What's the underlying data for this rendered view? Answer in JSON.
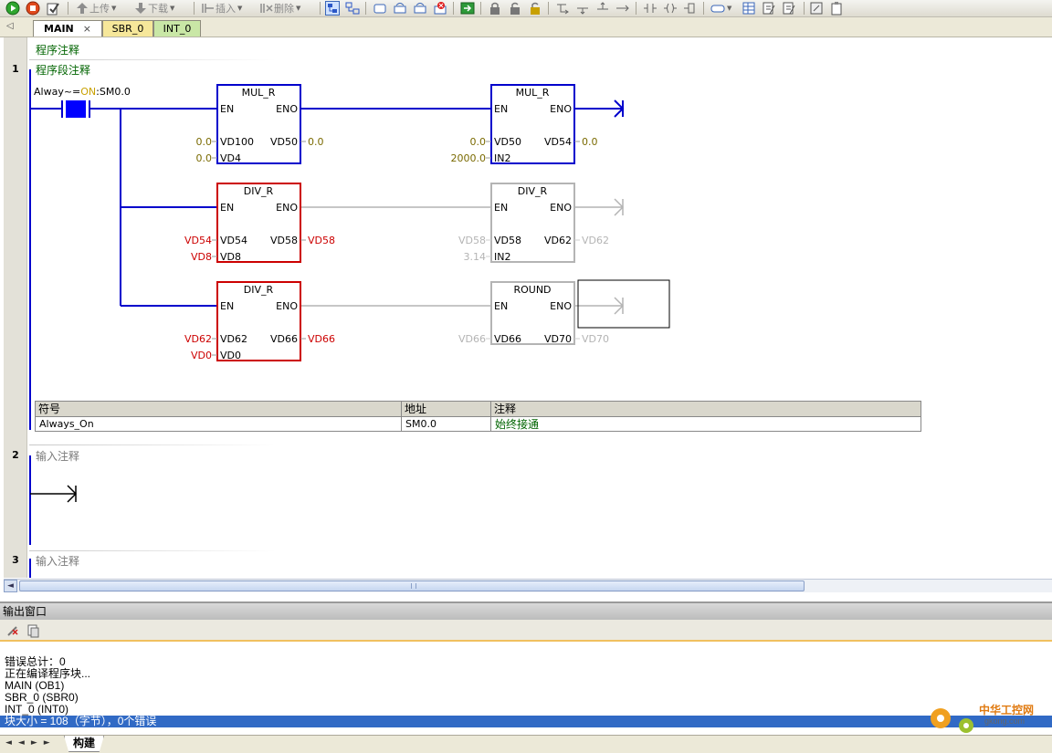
{
  "toolbar": {
    "upload_label": "上传",
    "download_label": "下载",
    "insert_label": "插入",
    "delete_label": "删除"
  },
  "tabs": [
    {
      "label": "MAIN",
      "active": true
    },
    {
      "label": "SBR_0",
      "active": false
    },
    {
      "label": "INT_0",
      "active": false
    }
  ],
  "tab_close_glyph": "×",
  "program_comment": "程序注释",
  "networks": [
    {
      "number": "1",
      "comment": "程序段注释"
    },
    {
      "number": "2",
      "comment": "输入注释"
    },
    {
      "number": "3",
      "comment": "输入注释"
    }
  ],
  "contact": {
    "label_prefix": "Alway~=",
    "label_state": "ON",
    "label_suffix": ":SM0.0"
  },
  "blocks": [
    {
      "name": "MUL_R",
      "en": "EN",
      "eno": "ENO",
      "in1": "VD100",
      "in2": "VD4",
      "out": "VD50",
      "in1_val": "0.0",
      "in2_val": "0.0",
      "out_val": "0.0"
    },
    {
      "name": "MUL_R",
      "en": "EN",
      "eno": "ENO",
      "in1": "VD50",
      "in2": "IN2",
      "out": "VD54",
      "in1_val": "0.0",
      "in2_val": "2000.0",
      "out_val": "0.0"
    },
    {
      "name": "DIV_R",
      "en": "EN",
      "eno": "ENO",
      "in1": "VD54",
      "in2": "VD8",
      "out": "VD58",
      "in1_val": "VD54",
      "in2_val": "VD8",
      "out_val": "VD58"
    },
    {
      "name": "DIV_R",
      "en": "EN",
      "eno": "ENO",
      "in1": "VD58",
      "in2": "IN2",
      "out": "VD62",
      "in1_val": "VD58",
      "in2_val": "3.14",
      "out_val": "VD62"
    },
    {
      "name": "DIV_R",
      "en": "EN",
      "eno": "ENO",
      "in1": "VD62",
      "in2": "VD0",
      "out": "VD66",
      "in1_val": "VD62",
      "in2_val": "VD0",
      "out_val": "VD66"
    },
    {
      "name": "ROUND",
      "en": "EN",
      "eno": "ENO",
      "in1": "VD66",
      "out": "VD70",
      "in1_val": "VD66",
      "out_val": "VD70"
    }
  ],
  "symbol_table": {
    "headers": [
      "符号",
      "地址",
      "注释"
    ],
    "rows": [
      [
        "Always_On",
        "SM0.0",
        "始终接通"
      ]
    ]
  },
  "output": {
    "title": "输出窗口",
    "lines": [
      "错误总计：0",
      "正在编译程序块...",
      "MAIN (OB1)",
      "SBR_0 (SBR0)",
      "INT_0 (INT0)",
      "块大小 = 108（字节），0个错误"
    ],
    "bottom_tab": "构建"
  },
  "scroll_nav": [
    "◄",
    "◄",
    "►",
    "►"
  ],
  "watermark": {
    "text": "中华工控网",
    "url": "gkong.com"
  },
  "colors": {
    "active_wire": "#0000cc",
    "inactive_wire": "#b4b4b4",
    "error_red": "#cc0000",
    "value_olive": "#7a6a00",
    "comment_green": "#006400"
  }
}
